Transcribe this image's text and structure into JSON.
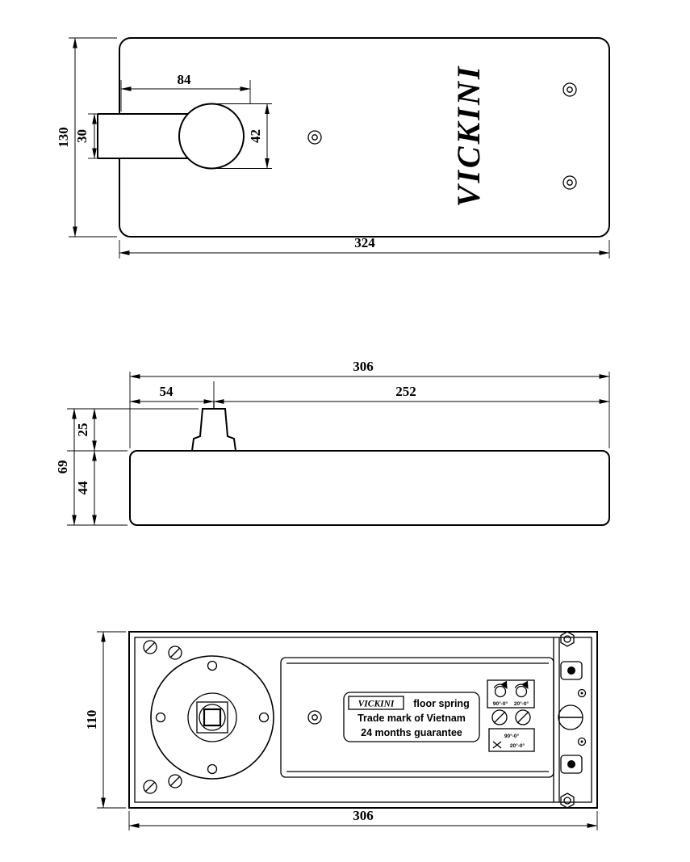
{
  "colors": {
    "line": "#000000",
    "background": "#ffffff"
  },
  "brand": {
    "logo": "VICKINI"
  },
  "top_view": {
    "dim_arm_length": "84",
    "dim_arm_width": "30",
    "dim_plate_width": "130",
    "dim_boss_diameter": "42",
    "dim_plate_length": "324"
  },
  "side_view": {
    "dim_total_length": "306",
    "dim_spindle_offset": "54",
    "dim_body_length": "252",
    "dim_spindle_height": "25",
    "dim_body_height": "44",
    "dim_total_height": "69"
  },
  "bottom_view": {
    "dim_body_width": "110",
    "dim_body_length": "306",
    "plate_label": {
      "brand": "VICKINI",
      "line1_rest": "floor spring",
      "line2": "Trade mark of Vietnam",
      "line3": "24 months guarantee"
    },
    "valve_labels": {
      "icon_left": "90°-0°",
      "icon_right": "20°-0°",
      "box_line1": "90°-0°",
      "box_line2": "20°-0°"
    }
  }
}
